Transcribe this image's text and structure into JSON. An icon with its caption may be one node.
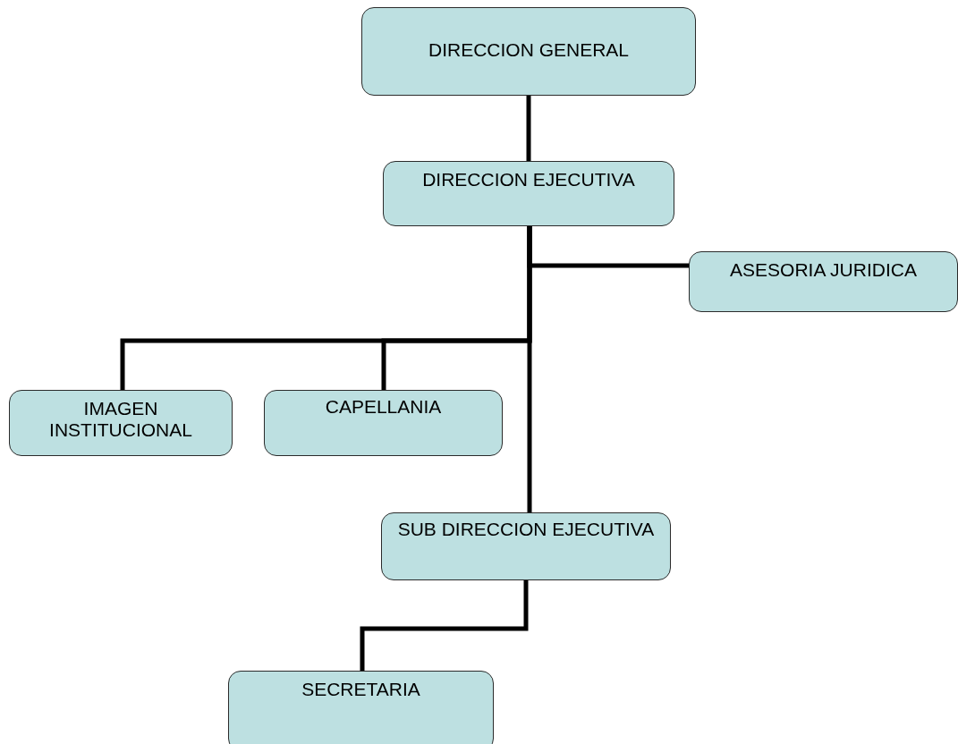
{
  "diagram": {
    "nodes": [
      {
        "text": [
          "DIRECCION GENERAL"
        ]
      },
      {
        "text": [
          "DIRECCION EJECUTIVA"
        ]
      },
      {
        "text": [
          "ASESORIA JURIDICA"
        ]
      },
      {
        "text": [
          "IMAGEN INSTITUCIONAL"
        ]
      },
      {
        "text": [
          "CAPELLANIA"
        ]
      },
      {
        "text": [
          "SUB DIRECCION EJECUTIVA"
        ]
      },
      {
        "text": [
          "SECRETARIA"
        ]
      }
    ],
    "edges": [
      {
        "from": 0,
        "to": 1,
        "arrow": "none"
      },
      {
        "from": 1,
        "to": 2,
        "arrow": "none"
      },
      {
        "from": 1,
        "to": 3,
        "arrow": "none"
      },
      {
        "from": 1,
        "to": 4,
        "arrow": "none"
      },
      {
        "from": 1,
        "to": 5,
        "arrow": "none"
      },
      {
        "from": 5,
        "to": 6,
        "arrow": "none"
      }
    ]
  }
}
